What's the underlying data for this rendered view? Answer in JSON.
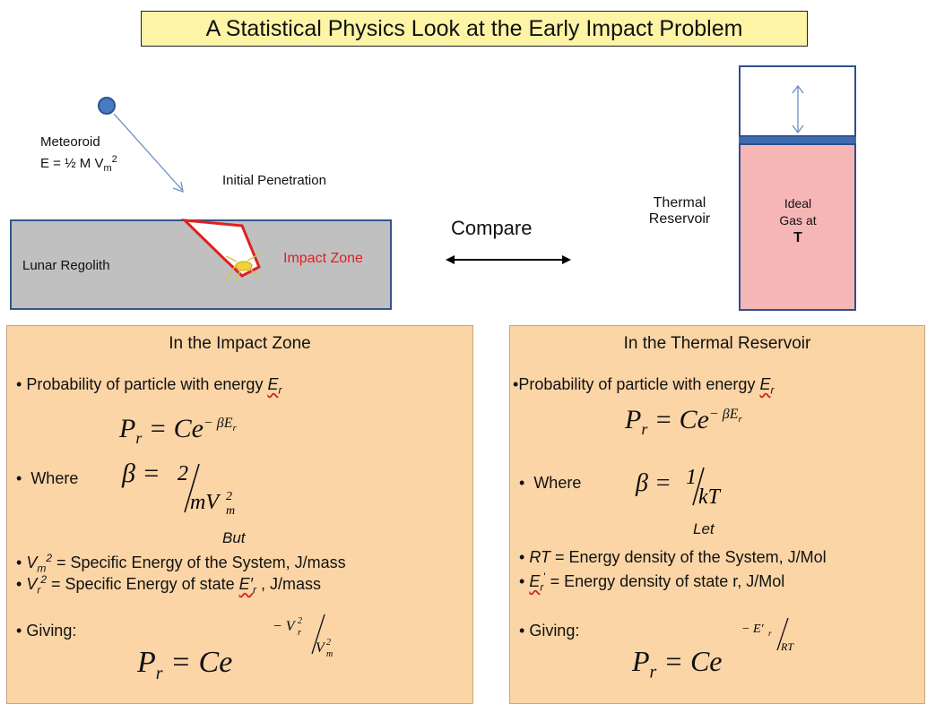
{
  "title": "A Statistical Physics Look at the Early Impact Problem",
  "top": {
    "meteoroid_label": "Meteoroid",
    "meteoroid_energy": "E = ½ M V",
    "meteoroid_energy_sub": "m",
    "meteoroid_energy_sup": "2",
    "initial_penetration": "Initial Penetration",
    "lunar_regolith": "Lunar Regolith",
    "impact_zone": "Impact Zone",
    "compare": "Compare",
    "thermal_reservoir_line1": "Thermal",
    "thermal_reservoir_line2": "Reservoir",
    "gas_line1": "Ideal",
    "gas_line2": "Gas at",
    "gas_temp": "T"
  },
  "left_panel": {
    "heading": "In the Impact Zone",
    "bullet1_text": "Probability of particle with energy ",
    "bullet1_var": "E",
    "bullet1_sub": "r",
    "where": "Where",
    "but": "But",
    "vm_var": "V",
    "vm_sub": "m",
    "vm_sup": "2",
    "vm_def": " =  Specific Energy of the System, J/mass",
    "vr_var": "V",
    "vr_sub": "r",
    "vr_sup": "2",
    "vr_def_a": " =  Specific Energy of state ",
    "vr_state": "E′",
    "vr_state_sub": "r",
    "vr_def_b": " , J/mass",
    "giving": "Giving:"
  },
  "right_panel": {
    "heading": "In the Thermal Reservoir",
    "bullet1_text": "Probability of particle with energy ",
    "bullet1_var": "E",
    "bullet1_sub": "r",
    "where": "Where",
    "let": "Let",
    "rt_var": "RT",
    "rt_def": "  =  Energy density of the System, J/Mol",
    "er_var": "E",
    "er_sub": "r",
    "er_def": "  =  Energy density of state r, J/Mol",
    "giving": "Giving:"
  },
  "colors": {
    "title_bg": "#fdf4a6",
    "panel_bg": "#fbd5a6",
    "regolith": "#c0c0c0",
    "frame_blue": "#2f4f8f",
    "gas_pink": "#f7b6b6",
    "impact_red": "#e02020"
  }
}
